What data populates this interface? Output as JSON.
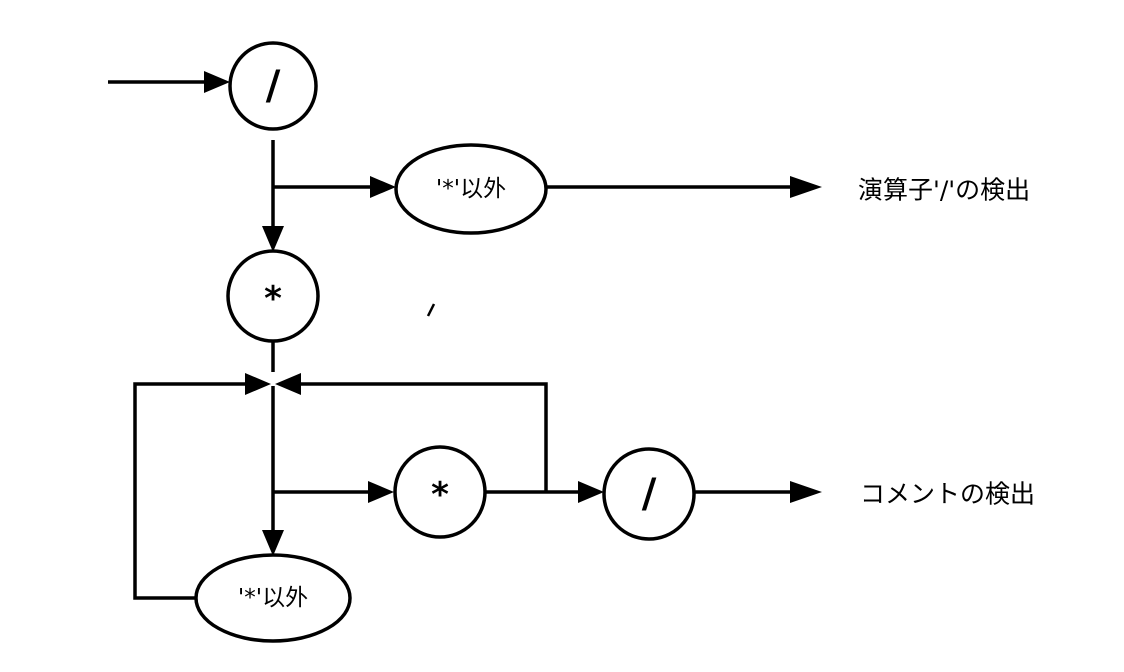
{
  "diagram": {
    "nodes": {
      "slash_start": "/",
      "not_star_top": "'*'以外",
      "star_open": "*",
      "star_close": "*",
      "slash_end": "/",
      "not_star_loop": "'*'以外"
    },
    "outputs": {
      "operator": "演算子'/'の検出",
      "comment": "コメントの検出"
    },
    "colors": {
      "ink": "#000000",
      "paper": "#ffffff"
    }
  }
}
